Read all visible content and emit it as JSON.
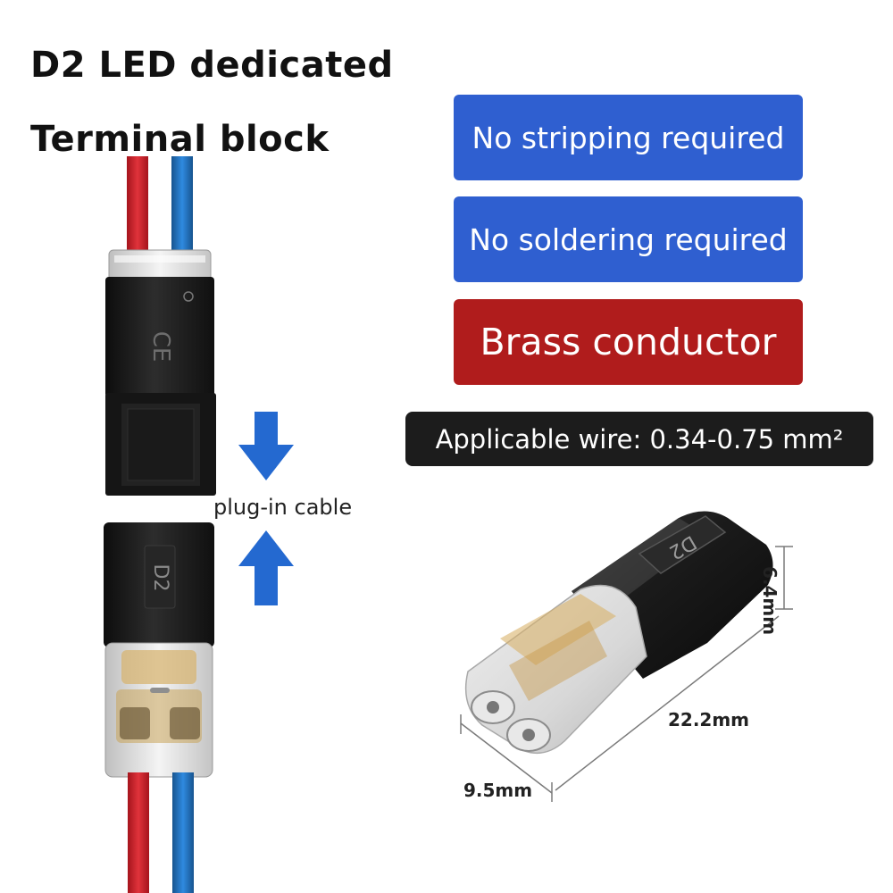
{
  "title": {
    "line1": "D2 LED dedicated",
    "line2": "Terminal block"
  },
  "features": [
    {
      "text": "No stripping required",
      "color": "#2f5fd0"
    },
    {
      "text": "No soldering required",
      "color": "#2f5fd0"
    },
    {
      "text": "Brass conductor",
      "color": "#b01c1c"
    }
  ],
  "wire_spec": {
    "text": "Applicable wire: 0.34-0.75 mm²",
    "color": "#1c1c1c"
  },
  "plug_label": "plug-in cable",
  "connector_marks": {
    "top": "CE",
    "bottom": "D2",
    "product": "D2"
  },
  "dimensions": {
    "width": "9.5mm",
    "length": "22.2mm",
    "height": "6.4mm"
  },
  "icons": [
    "down-arrow-icon",
    "up-arrow-icon"
  ],
  "colors": {
    "wire_red": "#d4202a",
    "wire_blue": "#1f73c7",
    "arrow": "#2469d0",
    "connector": "#1a1a1a"
  }
}
